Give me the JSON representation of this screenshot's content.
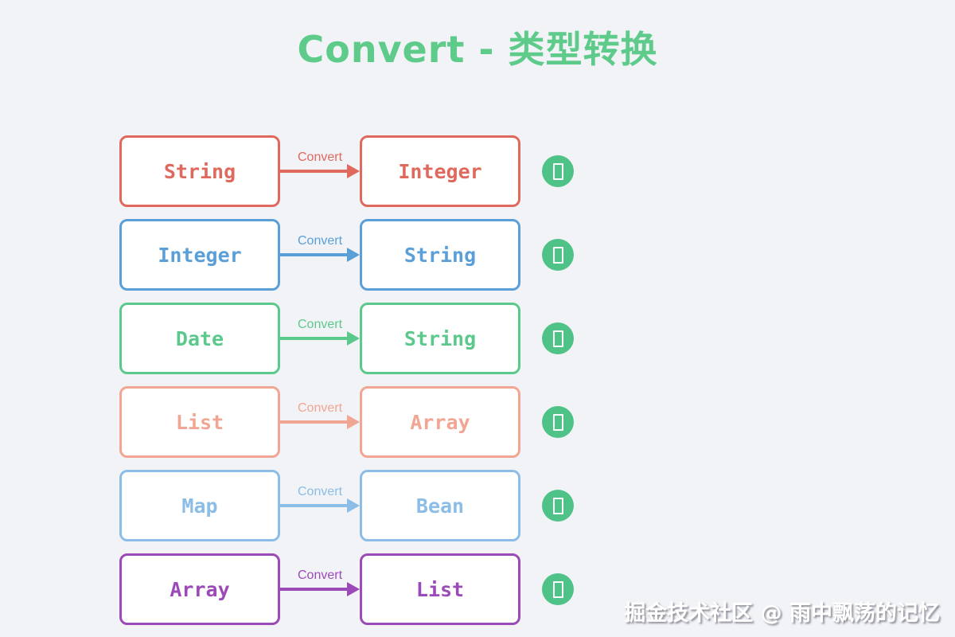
{
  "title": "Convert - 类型转换",
  "arrow_label": "Convert",
  "badge_icon": "missing-glyph-box",
  "watermark": "掘金技术社区 @ 雨中飘荡的记忆",
  "colors": {
    "background": "#f2f3f7",
    "title": "#5ecb8a",
    "badge": "#4fc287",
    "box_fill": "#ffffff",
    "watermark_text": "#ffffff"
  },
  "rows": [
    {
      "from": "String",
      "to": "Integer",
      "color": "#e0695e"
    },
    {
      "from": "Integer",
      "to": "String",
      "color": "#5a9fd8"
    },
    {
      "from": "Date",
      "to": "String",
      "color": "#5cc98c"
    },
    {
      "from": "List",
      "to": "Array",
      "color": "#f1a593"
    },
    {
      "from": "Map",
      "to": "Bean",
      "color": "#8bbde6"
    },
    {
      "from": "Array",
      "to": "List",
      "color": "#9c4ab8"
    }
  ]
}
